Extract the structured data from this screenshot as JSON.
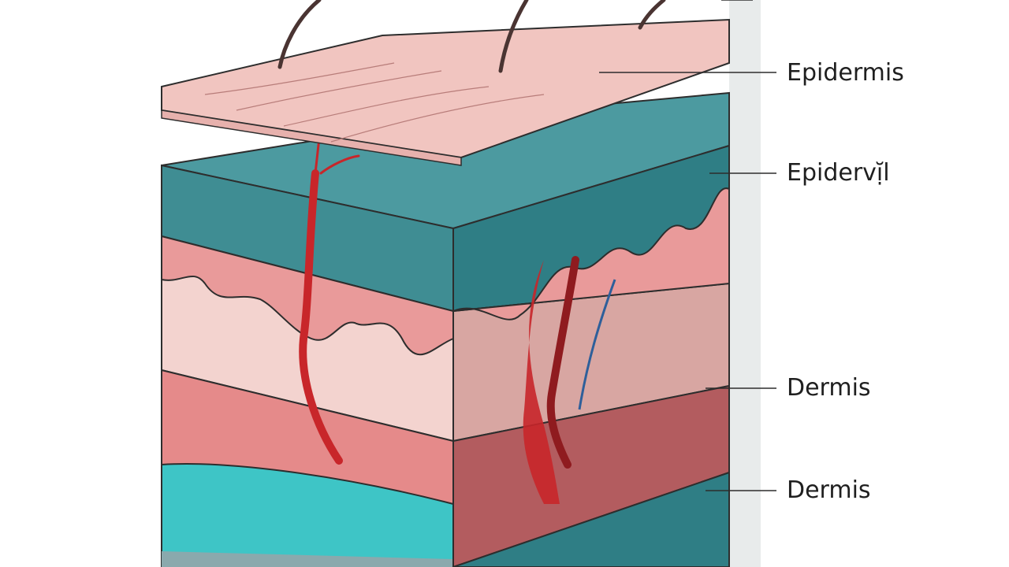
{
  "labels": {
    "label_1": "Epidermis",
    "label_2": "Epidervị̆l",
    "label_3": "Dermis",
    "label_4": "Dermis"
  },
  "colors": {
    "background": "#ffffff",
    "teal_top": "#4c9aa0",
    "teal_dark": "#2f7e85",
    "teal_bright": "#3ec5c6",
    "pink_front": "#e99a9a",
    "pink_light": "#f3d3cf",
    "pink_side": "#d8a6a2",
    "skin_flap": "#f1c5c0",
    "blood_red": "#c8262a",
    "dark_red": "#8f1b1f",
    "vein_blue": "#2e5f9a",
    "hair": "#4a3432",
    "outline": "#2d2d2d"
  },
  "icons": {
    "hair": "hair-strand-icon",
    "vessel": "blood-vessel-icon"
  }
}
